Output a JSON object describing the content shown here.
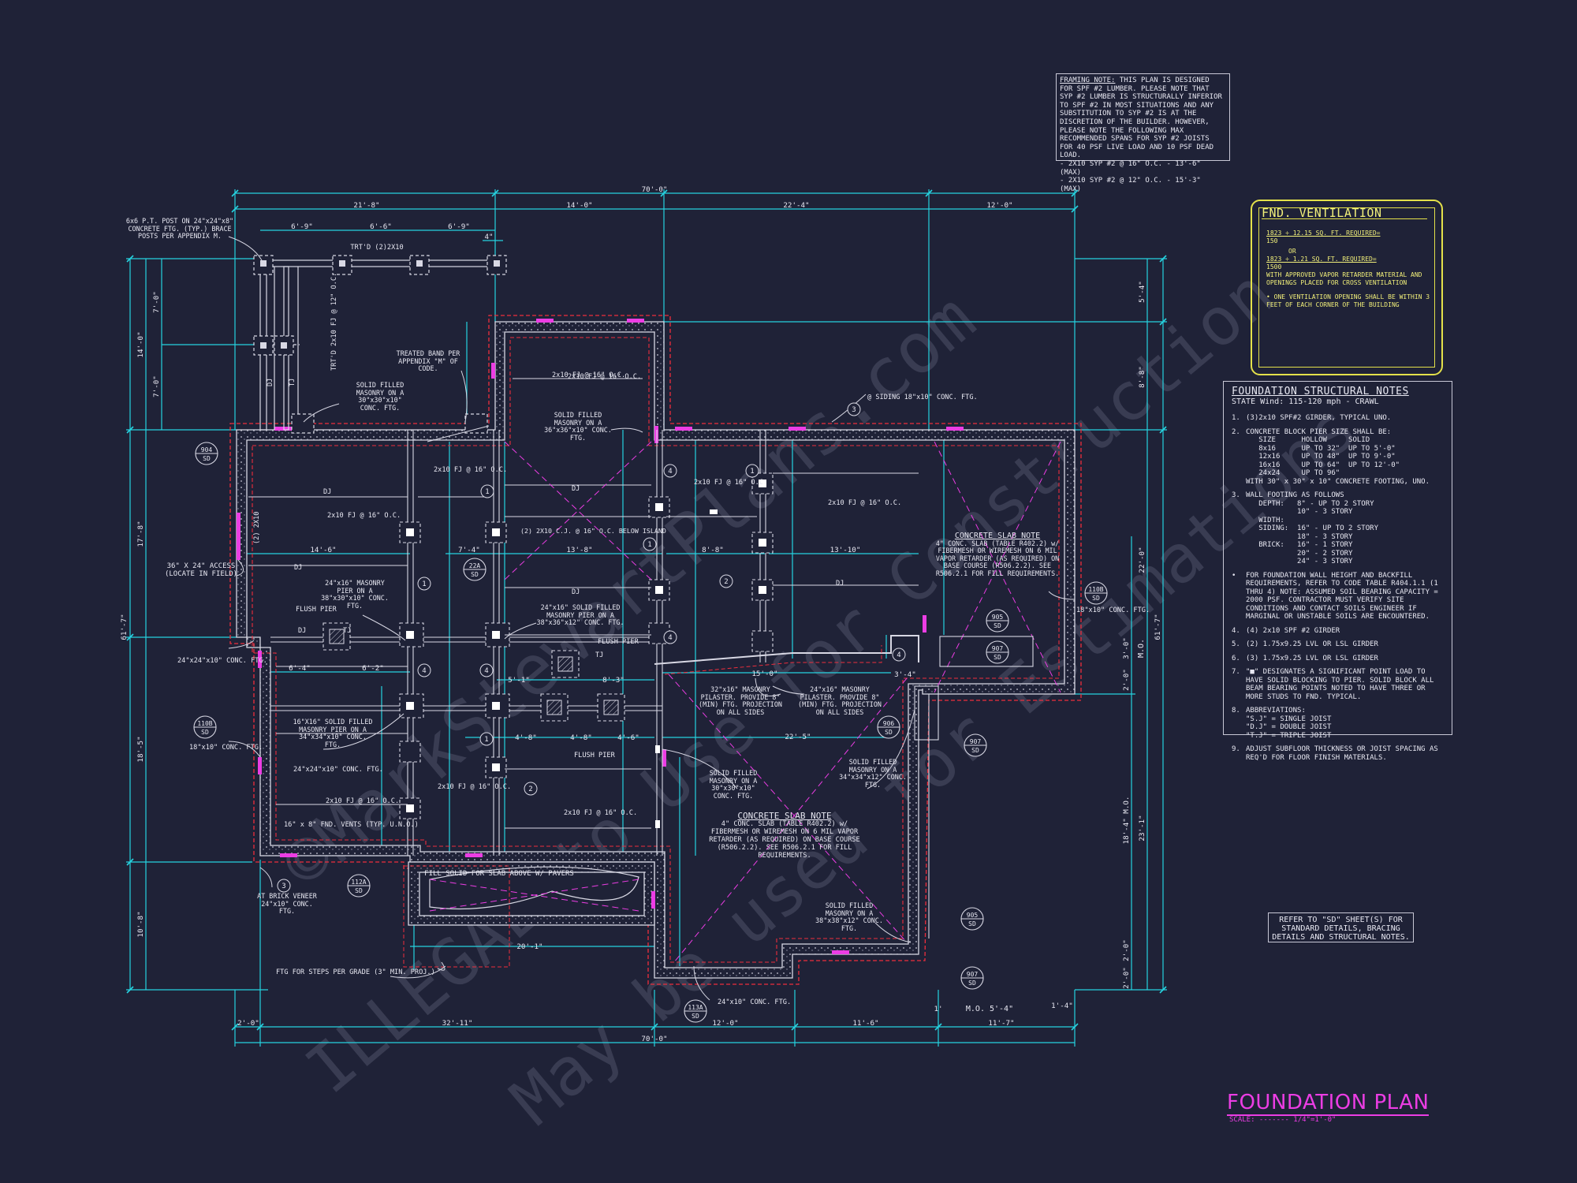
{
  "drawing": {
    "title": "FOUNDATION PLAN",
    "scale_label": "SCALE: ------- 1/4\"=1'-0\""
  },
  "watermark": {
    "line1": "©MarkStewartPlans.com",
    "line2": "ILLEGAL to Use for Construction",
    "line3": "May be used for Estimations"
  },
  "framing_note": {
    "heading": "FRAMING NOTE:",
    "body": "THIS PLAN IS DESIGNED FOR SPF #2 LUMBER. PLEASE NOTE THAT SYP #2 LUMBER IS STRUCTURALLY INFERIOR TO SPF #2 IN MOST SITUATIONS AND ANY SUBSTITUTION TO SYP #2 IS AT THE DISCRETION OF THE BUILDER. HOWEVER, PLEASE NOTE THE FOLLOWING MAX RECOMMENDED SPANS FOR SYP #2 JOISTS FOR 40 PSF LIVE LOAD AND 10 PSF DEAD LOAD.",
    "items": [
      "- 2X10 SYP #2 @ 16\" O.C. - 13'-6\" (MAX)",
      "- 2X10 SYP #2 @ 12\" O.C. - 15'-3\" (MAX)"
    ]
  },
  "ventilation": {
    "title": "FND. VENTILATION",
    "line1": "1823 ÷ 12.15 SQ. FT. REQUIRED=",
    "val1": "150",
    "or": "OR",
    "line2": "1823 ÷ 1.21 SQ. FT. REQUIRED=",
    "val2": "1500",
    "line3": "WITH APPROVED VAPOR RETARDER MATERIAL AND OPENINGS PLACED FOR CROSS VENTILATION",
    "line4": "• ONE VENTILATION OPENING SHALL BE WITHIN 3 FEET OF EACH CORNER OF THE BUILDING"
  },
  "structural_notes": {
    "title": "FOUNDATION STRUCTURAL NOTES",
    "subtitle": "STATE Wind: 115-120 mph - CRAWL",
    "items": [
      {
        "n": "1.",
        "t": "(3)2x10 SPF#2 GIRDER, TYPICAL UNO."
      },
      {
        "n": "2.",
        "t": "CONCRETE BLOCK PIER SIZE SHALL BE:\n   SIZE      HOLLOW     SOLID\n   8x16      UP TO 32\"  UP TO 5'-0\"\n   12x16     UP TO 48\"  UP TO 9'-0\"\n   16x16     UP TO 64\"  UP TO 12'-0\"\n   24x24     UP TO 96\"\nWITH 30\" x 30\" x 10\" CONCRETE FOOTING, UNO."
      },
      {
        "n": "3.",
        "t": "WALL FOOTING AS FOLLOWS\n   DEPTH:   8\" - UP TO 2 STORY\n            10\" - 3 STORY\n   WIDTH:\n   SIDING:  16\" - UP TO 2 STORY\n            18\" - 3 STORY\n   BRICK:   16\" - 1 STORY\n            20\" - 2 STORY\n            24\" - 3 STORY"
      },
      {
        "n": "•",
        "t": "FOR FOUNDATION WALL HEIGHT AND BACKFILL REQUIREMENTS, REFER TO CODE TABLE R404.1.1 (1 THRU 4) NOTE: ASSUMED SOIL BEARING CAPACITY = 2000 PSF. CONTRACTOR MUST VERIFY SITE CONDITIONS AND CONTACT SOILS ENGINEER IF MARGINAL OR UNSTABLE SOILS ARE ENCOUNTERED."
      },
      {
        "n": "4.",
        "t": "(4) 2x10 SPF #2 GIRDER"
      },
      {
        "n": "5.",
        "t": "(2) 1.75x9.25 LVL OR LSL GIRDER"
      },
      {
        "n": "6.",
        "t": "(3) 1.75x9.25 LVL OR LSL GIRDER"
      },
      {
        "n": "7.",
        "t": "\"■\" DESIGNATES A SIGNIFICANT POINT LOAD TO HAVE SOLID BLOCKING TO PIER. SOLID BLOCK ALL BEAM BEARING POINTS NOTED TO HAVE THREE OR MORE STUDS TO FND. TYPICAL."
      },
      {
        "n": "8.",
        "t": "ABBREVIATIONS:\n\"S.J\" = SINGLE JOIST\n\"D.J\" = DOUBLE JOIST\n\"T.J\" = TRIPLE JOIST"
      },
      {
        "n": "9.",
        "t": "ADJUST SUBFLOOR THICKNESS OR JOIST SPACING AS REQ'D FOR FLOOR FINISH MATERIALS."
      }
    ]
  },
  "refer_note": "REFER TO \"SD\" SHEET(S) FOR STANDARD DETAILS, BRACING DETAILS AND STRUCTURAL NOTES.",
  "dimensions": {
    "top_overall": "70'-0\"",
    "top_seg1": "21'-8\"",
    "top_seg2": "14'-0\"",
    "top_seg3": "22'-4\"",
    "top_seg4": "12'-0\"",
    "porch1": "6'-9\"",
    "porch2": "6'-6\"",
    "porch3": "6'-9\"",
    "porch4": "4\"",
    "bot_overall": "70'-0\"",
    "bot_seg1": "2'-0\"",
    "bot_seg2": "32'-11\"",
    "bot_seg3": "12'-0\"",
    "bot_seg4": "11'-6\"",
    "bot_seg5": "11'-7\"",
    "bot_mo": "M.O. 5'-4\"",
    "bot_seg6": "1'-4\"",
    "bot_seg7": "1'",
    "left_overall": "61'-7\"",
    "left_seg1": "14'-0\"",
    "left_seg2": "17'-8\"",
    "left_seg3": "18'-5\"",
    "left_seg4": "10'-8\"",
    "left_s1": "7'-0\"",
    "left_s2": "7'-0\"",
    "right_overall": "61'-7\"",
    "right_seg1": "5'-4\"",
    "right_seg2": "8'-8\"",
    "right_seg3": "22'-0\"",
    "right_seg4": "23'-1\"",
    "right_s1": "3'-0\"",
    "right_s2": "2'-0\"",
    "right_s3": "18'-4\" M.O.",
    "right_s4": "2'-0\"",
    "right_s5": "2'-0\"",
    "right_mo": "M.O.",
    "int_146": "14'-6\"",
    "int_74": "7'-4\"",
    "int_138": "13'-8\"",
    "int_88": "8'-8\"",
    "int_1310": "13'-10\"",
    "int_64": "6'-4\"",
    "int_62": "6'-2\"",
    "int_51": "5'-1\"",
    "int_83": "8'-3\"",
    "int_48a": "4'-8\"",
    "int_48b": "4'-8\"",
    "int_46": "4'-6\"",
    "int_150": "15'-0\"",
    "int_225": "22'-5\"",
    "int_34": "3'-4\"",
    "int_201": "20'-1\""
  },
  "labels": {
    "post": "6x6 P.T. POST ON 24\"x24\"x8\" CONCRETE FTG. (TYP.) BRACE POSTS PER APPENDIX M.",
    "trtd": "TRT'D (2)2X10",
    "trtd_fj": "TRT'D 2x10 FJ @ 12\" O.C.",
    "treated_band": "TREATED BAND PER APPENDIX \"M\" OF CODE.",
    "solid_30a": "SOLID FILLED MASONRY ON A 30\"x30\"x10\" CONC. FTG.",
    "solid_36": "SOLID FILLED MASONRY ON A 36\"x36\"x10\" CONC. FTG.",
    "siding": "@ SIDING 18\"x10\" CONC. FTG.",
    "fj_main": "2x10 FJ @ 16\" O.C.",
    "fj_a": "2x10 FJ @ 16\" O.C.",
    "fj_b": "2x10 FJ @ 16\" O.C.",
    "fj_c": "2x10 FJ @ 16\" O.C.",
    "fj_d": "2x10 FJ @ 16\" O.C.",
    "fj_e": "2x10 FJ @ 16\" O.C.",
    "fj_f": "2x10 FJ @ 16\" O.C.",
    "fj_g": "2x10 FJ @ 16\" O.C.",
    "fj_h": "2x10 FJ @ 16\" O.C.",
    "dj1": "DJ",
    "dj2": "DJ",
    "dj3": "DJ",
    "dj4": "DJ",
    "dj5": "DJ",
    "dj6": "DJ",
    "dj7": "DJ",
    "tj1": "TJ",
    "tj2": "TJ",
    "tj3": "TJ",
    "below_island": "(2) 2X10 C.J. @ 16\" O.C. BELOW ISLAND",
    "access": "36\" X 24\" ACCESS (LOCATE IN FIELD)",
    "twobytwo": "(2) 2X10",
    "pier_24x16a": "24\"x16\" MASONRY PIER ON A 38\"x30\"x10\" CONC. FTG.",
    "pier_24x16b": "24\"x16\" SOLID FILLED MASONRY PIER ON A 38\"x36\"x12\" CONC. FTG.",
    "flush1": "FLUSH PIER",
    "flush2": "FLUSH PIER",
    "flush3": "FLUSH PIER",
    "ftg24a": "24\"x24\"x10\" CONC. FTG.",
    "ftg24b": "24\"x24\"x10\" CONC. FTG.",
    "ftg18a": "18\"x10\" CONC. FTG.",
    "ftg18b": "18\"x10\" CONC. FTG.",
    "pier16": "16\"X16\" SOLID FILLED MASONRY PIER ON A 34\"x34\"x10\" CONC. FTG.",
    "pilaster32": "32\"x16\" MASONRY PILASTER. PROVIDE 8\" (MIN) FTG. PROJECTION ON ALL SIDES",
    "pilaster24": "24\"x16\" MASONRY PILASTER. PROVIDE 8\" (MIN) FTG. PROJECTION ON ALL SIDES",
    "solid_30b": "SOLID FILLED MASONRY ON A 30\"x30\"x10\" CONC. FTG.",
    "solid_34": "SOLID FILLED MASONRY ON A 34\"x34\"x12\" CONC. FTG.",
    "solid_38": "SOLID FILLED MASONRY ON A 38\"x38\"x12\" CONC. FTG.",
    "vents": "16\" x 8\" FND. VENTS (TYP. U.N.O.)",
    "brick": "AT BRICK VENEER 24\"x10\" CONC. FTG.",
    "fill_solid": "FILL SOLID FOR SLAB ABOVE W/ PAVERS",
    "steps": "FTG FOR STEPS PER GRADE (3\" MIN. PROJ.)",
    "ftg24x10": "24\"x10\" CONC. FTG.",
    "slab1_title": "CONCRETE SLAB NOTE",
    "slab1_body": "4\" CONC. SLAB (TABLE R402.2) w/ FIBERMESH OR WIREMESH ON 6 MIL VAPOR RETARDER (AS REQUIRED) ON BASE COURSE (R506.2.2). SEE R506.2.1 FOR FILL REQUIREMENTS.",
    "slab2_title": "CONCRETE SLAB NOTE",
    "slab2_body": "4\" CONC. SLAB (TABLE R402.2) w/ FIBERMESH OR WIREMESH ON 6 MIL VAPOR RETARDER (AS REQUIRED) ON BASE COURSE (R506.2.2). SEE R506.2.1 FOR FILL REQUIREMENTS."
  },
  "tags": {
    "t904": [
      "904",
      "SD"
    ],
    "t22a": [
      "22A",
      "SD"
    ],
    "t110b_l": [
      "110B",
      "SD"
    ],
    "t110b_r": [
      "110B",
      "SD"
    ],
    "t112a": [
      "112A",
      "SD"
    ],
    "t113a": [
      "113A",
      "SD"
    ],
    "t905a": [
      "905",
      "SD"
    ],
    "t907a": [
      "907",
      "SD"
    ],
    "t906": [
      "906",
      "SD"
    ],
    "t907b": [
      "907",
      "SD"
    ],
    "t905b": [
      "905",
      "SD"
    ],
    "t907c": [
      "907",
      "SD"
    ]
  },
  "callouts": [
    "1",
    "1",
    "1",
    "1",
    "1",
    "2",
    "2",
    "3",
    "3",
    "4",
    "4",
    "4",
    "4",
    "4"
  ]
}
